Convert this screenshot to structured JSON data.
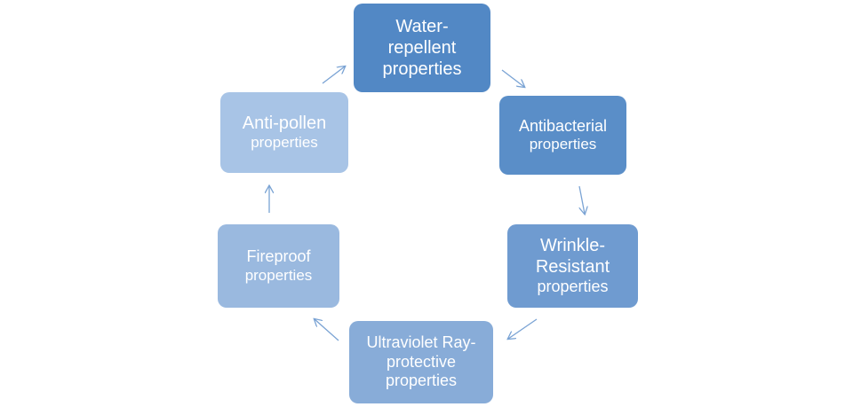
{
  "colors": {
    "arrow": "#7aa3d4",
    "node_text": "#ffffff"
  },
  "nodes": {
    "water_repellent": {
      "lines": [
        "Water-",
        "repellent",
        "properties"
      ]
    },
    "antibacterial": {
      "lines": [
        "Antibacterial",
        "properties"
      ]
    },
    "wrinkle_resistant": {
      "lines": [
        "Wrinkle-",
        "Resistant",
        "properties"
      ]
    },
    "ultraviolet": {
      "lines": [
        "Ultraviolet Ray-",
        "protective",
        "properties"
      ]
    },
    "fireproof": {
      "lines": [
        "Fireproof",
        "properties"
      ]
    },
    "anti_pollen": {
      "lines": [
        "Anti-pollen",
        "properties"
      ]
    }
  },
  "connectors": [
    {
      "from": "water_repellent",
      "to": "antibacterial",
      "icon": "arrow-icon"
    },
    {
      "from": "antibacterial",
      "to": "wrinkle_resistant",
      "icon": "arrow-icon"
    },
    {
      "from": "wrinkle_resistant",
      "to": "ultraviolet",
      "icon": "arrow-icon"
    },
    {
      "from": "ultraviolet",
      "to": "fireproof",
      "icon": "arrow-icon"
    },
    {
      "from": "fireproof",
      "to": "anti_pollen",
      "icon": "arrow-icon"
    },
    {
      "from": "anti_pollen",
      "to": "water_repellent",
      "icon": "arrow-icon"
    }
  ]
}
